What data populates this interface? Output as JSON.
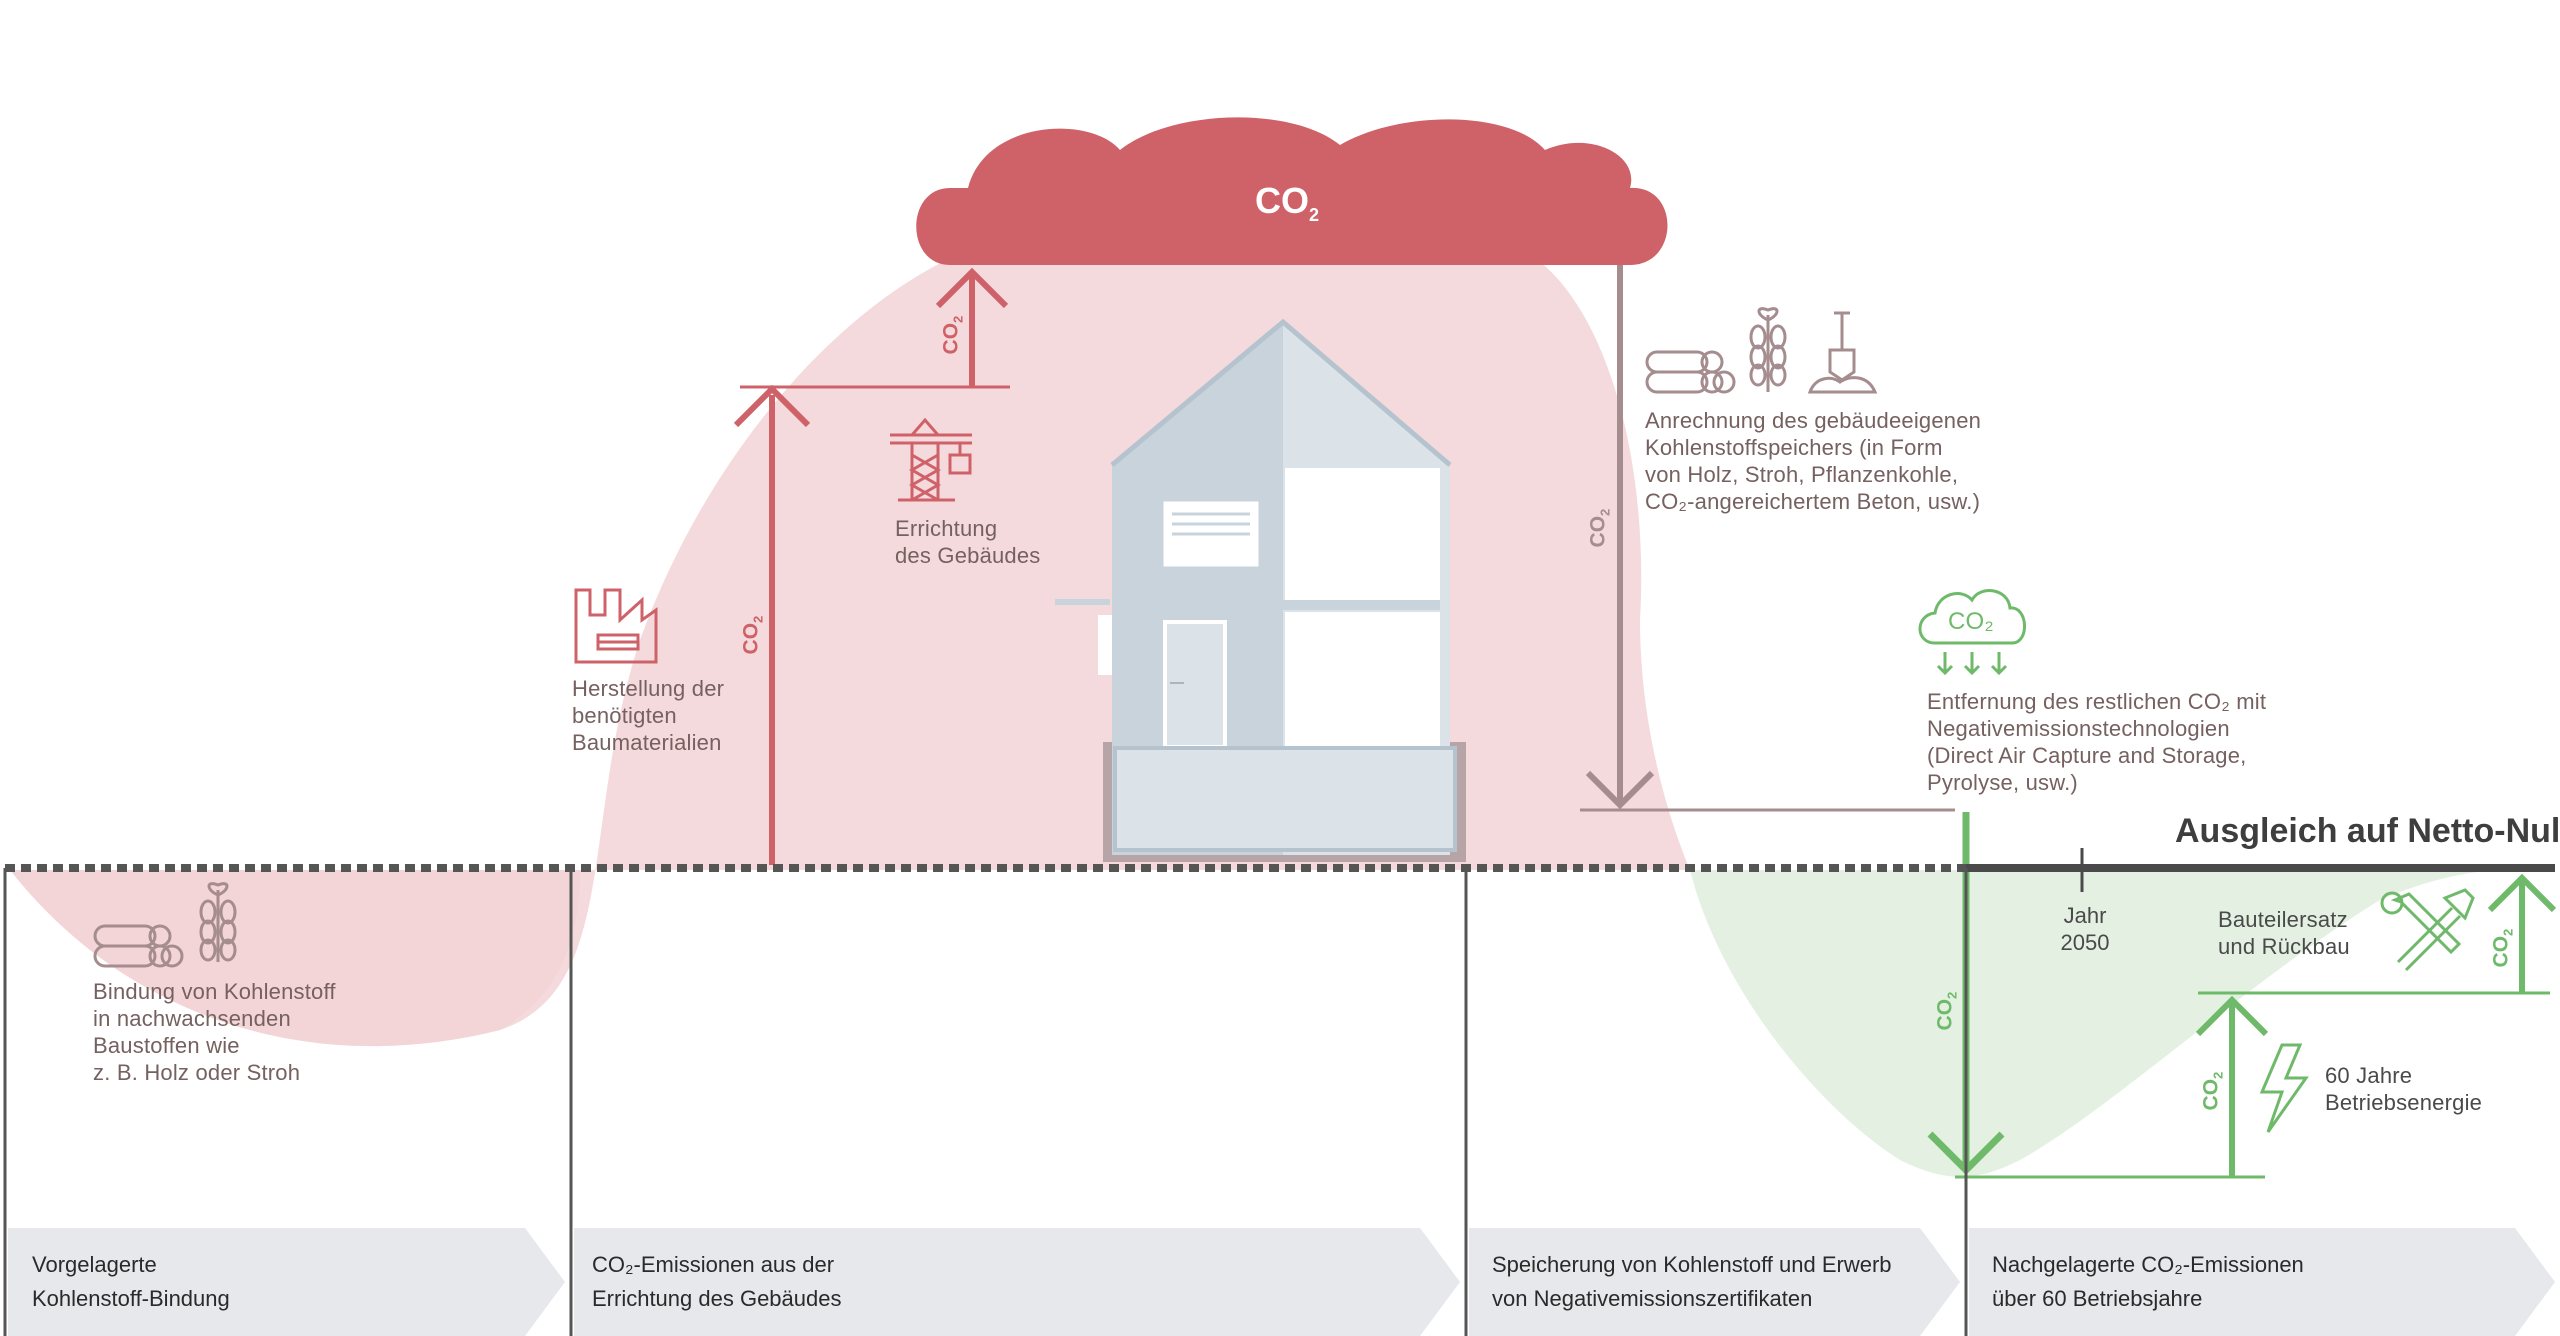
{
  "cloud": {
    "text": "CO",
    "sub": "2"
  },
  "co2_arrow_text": "CO",
  "co2_arrow_sub": "2",
  "labels": {
    "binding": [
      "Bindung von Kohlenstoff",
      "in nachwachsenden",
      "Baustoffen wie",
      "z. B. Holz oder Stroh"
    ],
    "production": [
      "Herstellung der",
      "benötigten",
      "Baumaterialien"
    ],
    "construction": [
      "Errichtung",
      "des Gebäudes"
    ],
    "storage": [
      "Anrechnung des gebäudeeigenen",
      "Kohlenstoffspeichers (in Form",
      "von Holz, Stroh, Pflanzenkohle,",
      "CO₂-angereichertem Beton, usw.)"
    ],
    "removal": [
      "Entfernung des restlichen CO₂ mit",
      "Negativemissionstechnologien",
      "(Direct Air Capture and Storage,",
      "Pyrolyse, usw.)"
    ],
    "dismantle": [
      "Bauteilersatz",
      "und Rückbau"
    ],
    "operation": [
      "60 Jahre",
      "Betriebsenergie"
    ],
    "removal_icon": "CO₂"
  },
  "netzero": "Ausgleich auf Netto-Null",
  "year": [
    "Jahr",
    "2050"
  ],
  "phases": [
    [
      "Vorgelagerte",
      "Kohlenstoff-Bindung"
    ],
    [
      "CO₂-Emissionen aus der",
      "Errichtung des Gebäudes"
    ],
    [
      "Speicherung von Kohlenstoff und Erwerb",
      "von Negativemissionszertifikaten"
    ],
    [
      "Nachgelagerte CO₂-Emissionen",
      "über 60 Betriebsjahre"
    ]
  ],
  "icons": {
    "logs": "logs-icon",
    "wheat": "wheat-icon",
    "factory": "factory-icon",
    "crane": "crane-icon",
    "biochar": "shovel-pile-icon",
    "removal": "co2-cloud-icon",
    "tools": "wrench-hammer-icon",
    "energy": "lightning-icon"
  },
  "colors": {
    "red": "#cf6268",
    "red_area": "#f5dbdd",
    "mauve": "#a58c8e",
    "green": "#6fba6a",
    "green_area": "#e4f1e2",
    "gray_dark": "#4a4a4a",
    "house": "#c8d3dc",
    "phase_bg": "#e6e8ec"
  }
}
